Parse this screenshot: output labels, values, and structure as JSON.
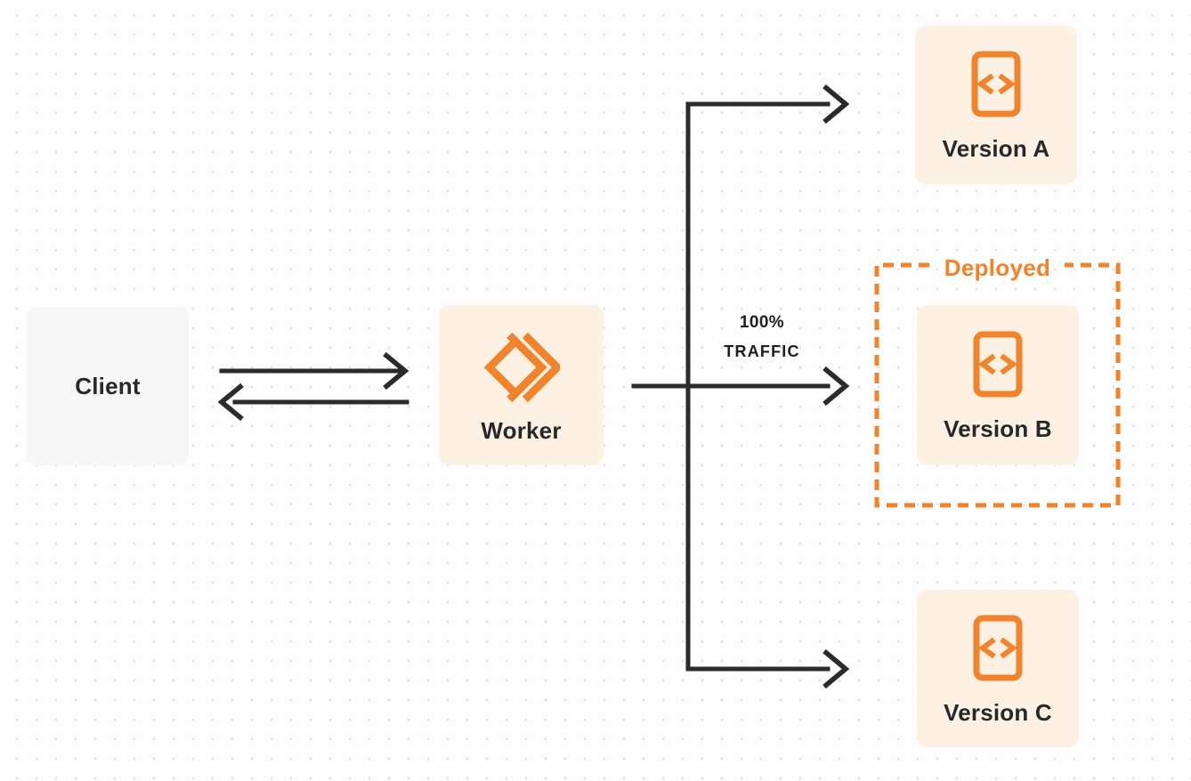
{
  "nodes": {
    "client": {
      "label": "Client"
    },
    "worker": {
      "label": "Worker"
    },
    "version_a": {
      "label": "Version A"
    },
    "version_b": {
      "label": "Version B"
    },
    "version_c": {
      "label": "Version C"
    }
  },
  "annotations": {
    "deployed_zone_label": "Deployed",
    "traffic": {
      "line1": "100%",
      "line2": "TRAFFIC"
    }
  },
  "icons": {
    "worker_icon": "cloudflare-workers-logo-icon",
    "version_icon": "code-file-icon"
  },
  "colors": {
    "accent_orange": "#F0832B",
    "node_fill_peach": "#FCF1E2",
    "node_fill_gray": "#F7F7F8",
    "line_dark": "#2B2B2B",
    "text_dark": "#26282B",
    "background": "#FDFDFD",
    "dot_grid": "#E4E4E7"
  }
}
